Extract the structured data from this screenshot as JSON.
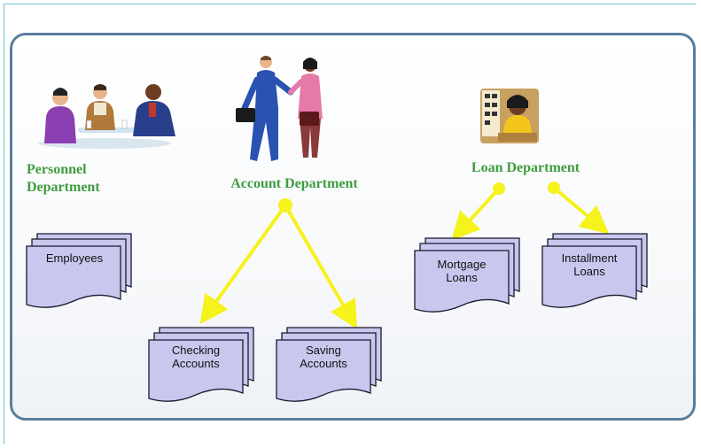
{
  "departments": {
    "personnel": {
      "label_line1": "Personnel",
      "label_line2": "Department"
    },
    "account": {
      "label": "Account Department"
    },
    "loan": {
      "label": "Loan Department"
    }
  },
  "documents": {
    "employees": {
      "line1": "Employees"
    },
    "checking": {
      "line1": "Checking",
      "line2": "Accounts"
    },
    "saving": {
      "line1": "Saving",
      "line2": "Accounts"
    },
    "mortgage": {
      "line1": "Mortgage",
      "line2": "Loans"
    },
    "installment": {
      "line1": "Installment",
      "line2": "Loans"
    }
  },
  "colors": {
    "label_green": "#3f9c3f",
    "arrow_yellow": "#f5f21c",
    "doc_fill": "#c9c7ee",
    "doc_stroke": "#1a1a2e",
    "panel_border": "#5b7d9c"
  }
}
